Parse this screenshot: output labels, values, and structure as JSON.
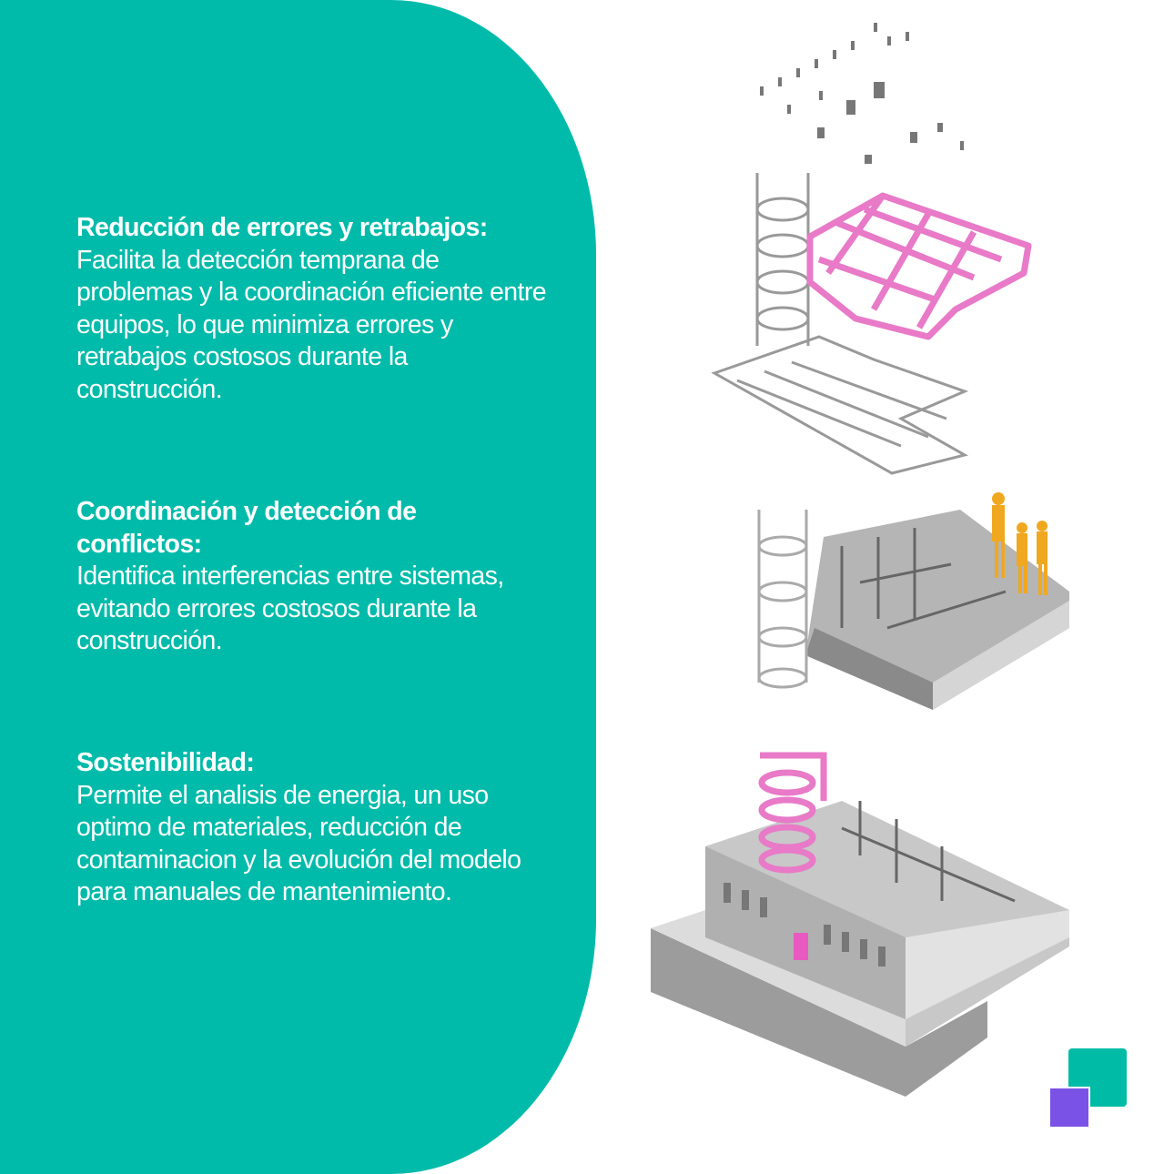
{
  "sections": [
    {
      "heading": "Reducción de errores y retrabajos:",
      "body": "Facilita la detección temprana de problemas y la coordinación eficiente entre equipos, lo que minimiza errores y retrabajos costosos durante la construcción."
    },
    {
      "heading": "Coordinación y detección de conflictos:",
      "body": "Identifica interferencias entre sistemas, evitando errores costosos durante la construcción."
    },
    {
      "heading": "Sostenibilidad:",
      "body": "Permite el analisis de energia, un uso optimo de materiales, reducción de contaminacion y la evolución del modelo para manuales de mantenimiento."
    }
  ],
  "colors": {
    "teal": "#00bbaa",
    "pink": "#e87ac8",
    "orange": "#f0a820",
    "purple": "#7b52e6",
    "gray": "#9a9a9a"
  }
}
